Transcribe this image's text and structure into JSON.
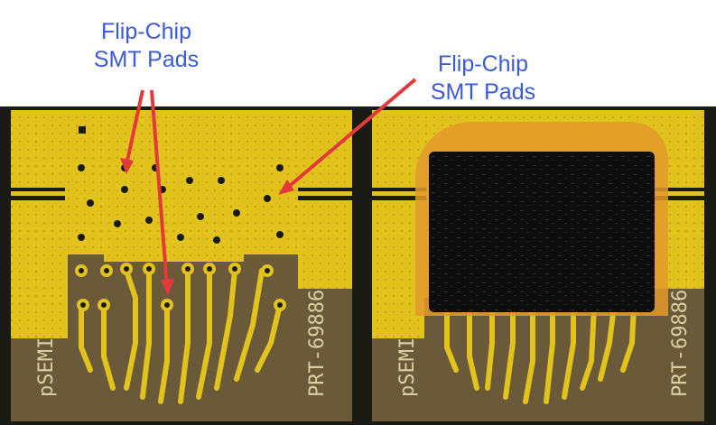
{
  "callouts": {
    "left": {
      "line1": "Flip-Chip",
      "line2": "SMT Pads"
    },
    "right": {
      "line1": "Flip-Chip",
      "line2": "SMT Pads"
    }
  },
  "silkscreen": {
    "left_vendor": "pSEMI",
    "left_part": "PRT-69886",
    "right_vendor": "pSEMI",
    "right_part": "PRT-69886"
  },
  "colors": {
    "gold": "#e2c21c",
    "substrate": "#6b5a3a",
    "background": "#1a1a14",
    "underfill": "#e39a2a",
    "die": "#0d0d0d",
    "arrow": "#e23a3a",
    "label": "#3b5bd6"
  }
}
